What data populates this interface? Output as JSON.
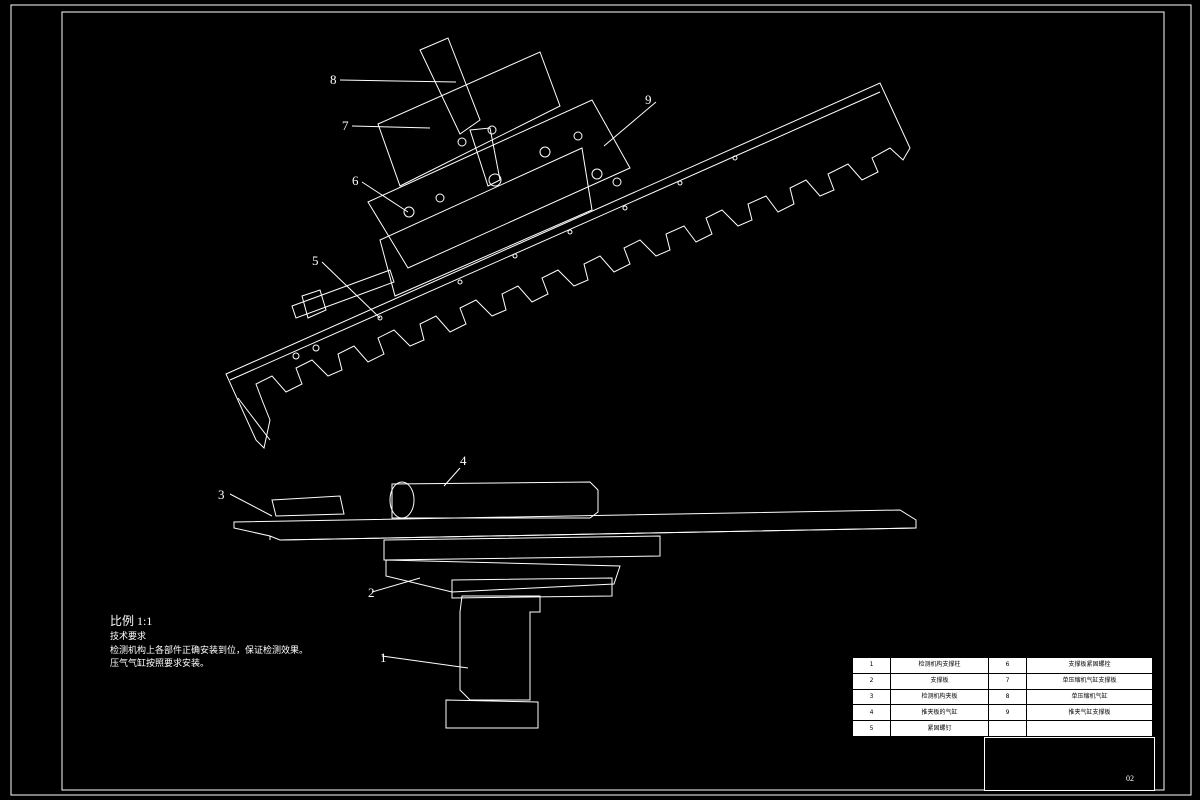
{
  "drawing": {
    "part_labels": [
      "1",
      "2",
      "3",
      "4",
      "5",
      "6",
      "7",
      "8",
      "9"
    ],
    "scale": "比例 1:1",
    "tech_req_title": "技术要求",
    "tech_req_line1": "检测机构上各部件正确安装到位，保证检测效果。",
    "tech_req_line2": "压气气缸按照要求安装。"
  },
  "bom": {
    "rows": [
      {
        "no_a": "1",
        "name_a": "检测机构支撑柱",
        "no_b": "6",
        "name_b": "支撑板紧固螺栓"
      },
      {
        "no_a": "2",
        "name_a": "支撑板",
        "no_b": "7",
        "name_b": "单压缩机气缸支撑板"
      },
      {
        "no_a": "3",
        "name_a": "检测机构夹板",
        "no_b": "8",
        "name_b": "单压缩机气缸"
      },
      {
        "no_a": "4",
        "name_a": "推夹板的气缸",
        "no_b": "9",
        "name_b": "推夹气缸支撑板"
      },
      {
        "no_a": "5",
        "name_a": "紧固螺钉",
        "no_b": "",
        "name_b": ""
      }
    ]
  },
  "title_block": {
    "sheet_no": "02"
  },
  "colors": {
    "line": "#ffffff",
    "background": "#000000",
    "title_grid": "#ffff00"
  }
}
